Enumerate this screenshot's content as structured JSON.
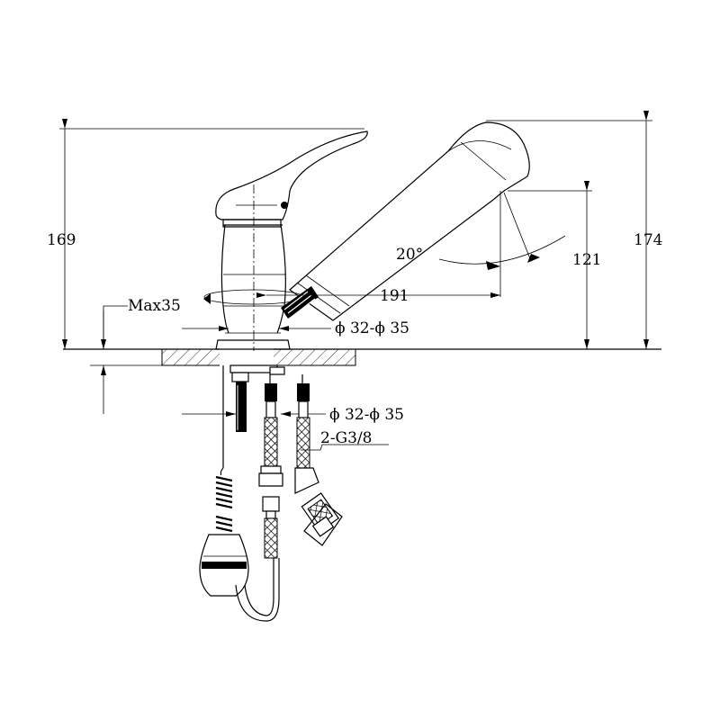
{
  "diagram": {
    "dimensions": {
      "height_left": "169",
      "height_right": "174",
      "spout_height": "121",
      "spout_reach": "191",
      "spout_angle": "20°",
      "max_thickness": "Max35",
      "hole_diameter_upper": "ϕ 32-ϕ 35",
      "hole_diameter_lower": "ϕ 32-ϕ 35",
      "hose_thread": "2-G3/8"
    }
  }
}
